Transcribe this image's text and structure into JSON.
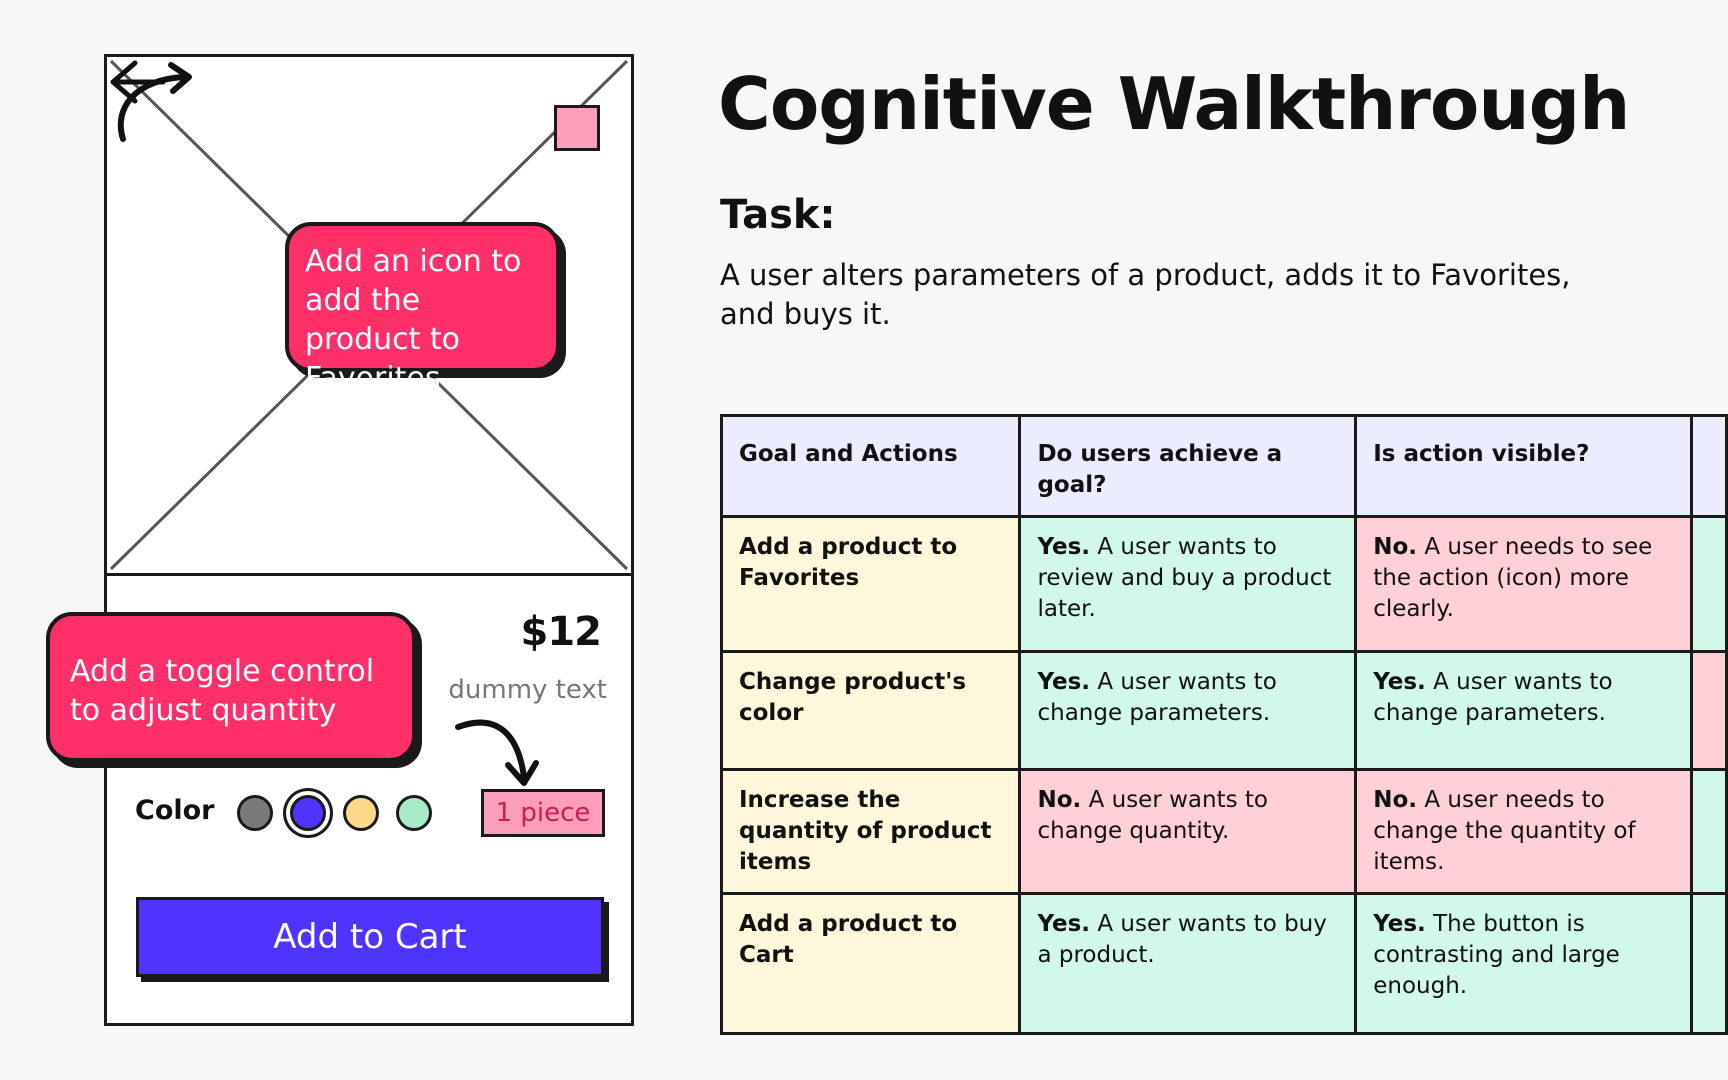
{
  "wireframe": {
    "price": "$12",
    "description": "dummy text",
    "color_label": "Color",
    "colors": [
      "#7a7a7a",
      "#4f33ff",
      "#ffd98a",
      "#a6ecc8"
    ],
    "selected_color_index": 1,
    "quantity": "1 piece",
    "cart_button": "Add to Cart"
  },
  "notes": {
    "favorites": "Add an icon to add the product to Favorites",
    "quantity": "Add a toggle control to adjust quantity"
  },
  "page": {
    "title": "Cognitive Walkthrough",
    "task_heading": "Task:",
    "task_description": "A user alters parameters of a product, adds it to Favorites, and buys it."
  },
  "table": {
    "headers": [
      "Goal and Actions",
      "Do users achieve a goal?",
      "Is action visible?"
    ],
    "rows": [
      {
        "goal": "Add a product to Favorites",
        "achieve": {
          "verdict": "Yes.",
          "text": " A user wants to review and buy a product later."
        },
        "visible": {
          "verdict": "No.",
          "text": " A user needs to see the action (icon) more clearly."
        }
      },
      {
        "goal": "Change product's color",
        "achieve": {
          "verdict": "Yes.",
          "text": " A user wants to change parameters."
        },
        "visible": {
          "verdict": "Yes.",
          "text": " A user wants to change parameters."
        }
      },
      {
        "goal": "Increase the quantity of product items",
        "achieve": {
          "verdict": "No.",
          "text": " A user wants to change quantity."
        },
        "visible": {
          "verdict": "No.",
          "text": " A user needs to change the quantity of items."
        }
      },
      {
        "goal": "Add a product to Cart",
        "achieve": {
          "verdict": "Yes.",
          "text": " A user wants to buy a product."
        },
        "visible": {
          "verdict": "Yes.",
          "text": " The button is contrasting and large enough."
        }
      }
    ]
  }
}
